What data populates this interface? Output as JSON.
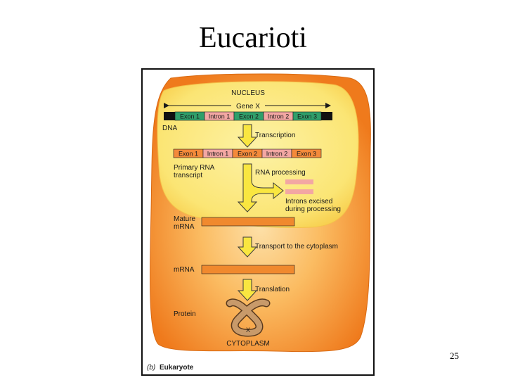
{
  "slide": {
    "title": "Eucarioti",
    "page_number": "25"
  },
  "figure": {
    "nucleus_label": "NUCLEUS",
    "gene_label": "Gene X",
    "dna_label": "DNA",
    "dna_segments": [
      "Exon 1",
      "Intron 1",
      "Exon 2",
      "Intron 2",
      "Exon 3"
    ],
    "transcription_label": "Transcription",
    "rna_segments": [
      "Exon 1",
      "Intron 1",
      "Exon 2",
      "Intron 2",
      "Exon 3"
    ],
    "primary_rna_label": [
      "Primary RNA",
      "transcript"
    ],
    "rna_processing_label": "RNA processing",
    "introns_excised_label": [
      "Introns excised",
      "during processing"
    ],
    "mature_mrna_label": [
      "Mature",
      "mRNA"
    ],
    "transport_label": "Transport to the cytoplasm",
    "mrna_label": "mRNA",
    "translation_label": "Translation",
    "protein_label": "Protein",
    "protein_name": "X",
    "cytoplasm_label": "CYTOPLASM",
    "caption_prefix": "(b)",
    "caption": "Eukaryote",
    "colors": {
      "cell_outer": "#f07a1e",
      "cell_inner": "#fbbd60",
      "nucleus": "#fbe878",
      "exon_dna": "#2f9f6a",
      "intron_dna": "#f3a7a3",
      "rna_exon": "#f48a3a",
      "rna_intron": "#f3a7a3",
      "mrna": "#f0892e",
      "arrow": "#f9e640"
    }
  }
}
